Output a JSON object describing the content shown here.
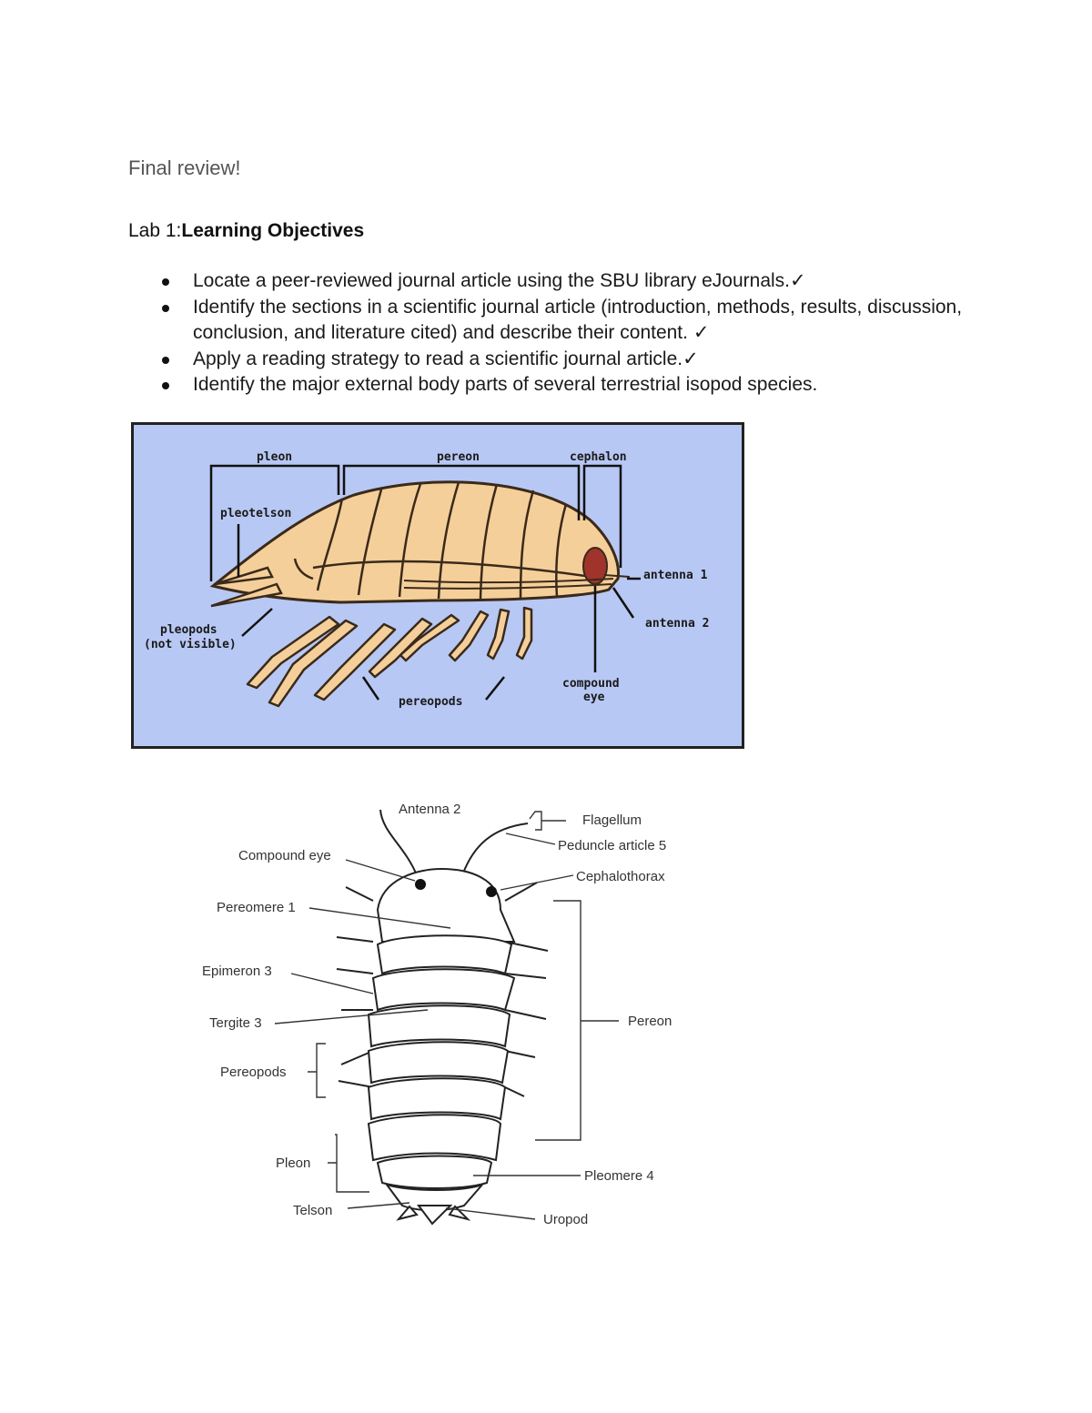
{
  "document": {
    "title": "Final review!",
    "lab_prefix": "Lab 1:",
    "lab_heading": "Learning Objectives",
    "objectives": [
      "Locate a peer-reviewed journal article using the SBU library eJournals.✓",
      "Identify the sections in a scientific journal article (introduction, methods, results, discussion, conclusion, and literature cited) and describe their content. ✓",
      "Apply a reading strategy to read a scientific journal article.✓",
      "Identify the major external body parts of several terrestrial isopod species."
    ]
  },
  "side_diagram": {
    "background_color": "#b8c8f4",
    "body_color": "#f5cf9a",
    "eye_color": "#a0342c",
    "labels": {
      "pleon": "pleon",
      "pereon": "pereon",
      "cephalon": "cephalon",
      "pleotelson": "pleotelson",
      "antenna1": "antenna 1",
      "antenna2": "antenna 2",
      "pleopods_line1": "pleopods",
      "pleopods_line2": "(not visible)",
      "pereopods": "pereopods",
      "eye_line1": "compound",
      "eye_line2": "eye"
    }
  },
  "top_diagram": {
    "labels": {
      "antenna2": "Antenna 2",
      "flagellum": "Flagellum",
      "peduncle": "Peduncle article 5",
      "compound_eye": "Compound eye",
      "cephalothorax": "Cephalothorax",
      "pereomere1": "Pereomere 1",
      "epimeron3": "Epimeron 3",
      "tergite3": "Tergite 3",
      "pereon": "Pereon",
      "pereopods": "Pereopods",
      "pleon": "Pleon",
      "pleomere4": "Pleomere 4",
      "telson": "Telson",
      "uropod": "Uropod"
    }
  }
}
